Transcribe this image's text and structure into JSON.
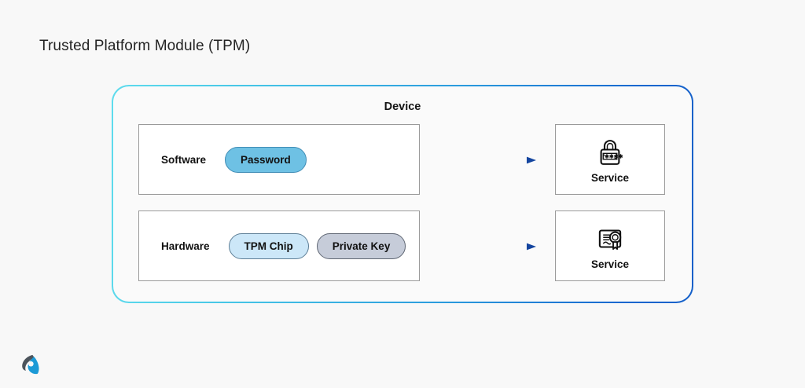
{
  "page": {
    "title": "Trusted Platform Module (TPM)",
    "background_color": "#f8f8f8"
  },
  "diagram": {
    "container_label": "Device",
    "border_gradient_from": "#5fdced",
    "border_gradient_to": "#1560c9",
    "layers": [
      {
        "label": "Software",
        "items": [
          {
            "label": "Password",
            "fill": "#6ec1e4",
            "stroke": "#3f8cb5"
          }
        ]
      },
      {
        "label": "Hardware",
        "items": [
          {
            "label": "TPM Chip",
            "fill": "#cce7f8",
            "stroke": "#5d7e96"
          },
          {
            "label": "Private Key",
            "fill": "#c6ccd9",
            "stroke": "#5f6673"
          }
        ]
      }
    ],
    "connectors": [
      {
        "name": "software-to-service",
        "from": "Software",
        "to": "Service",
        "gradient_from": "#5fdced",
        "gradient_to": "#1560c9"
      },
      {
        "name": "hardware-to-service",
        "from": "Hardware",
        "to": "Service",
        "gradient_from": "#5fdced",
        "gradient_to": "#1560c9"
      }
    ],
    "services": [
      {
        "label": "Service",
        "icon": "padlock-password-icon"
      },
      {
        "label": "Service",
        "icon": "certificate-seal-icon"
      }
    ]
  },
  "branding": {
    "logo_icon": "brand-logo-icon",
    "logo_color_dark": "#4c545c",
    "logo_color_accent": "#1c9ad6"
  }
}
